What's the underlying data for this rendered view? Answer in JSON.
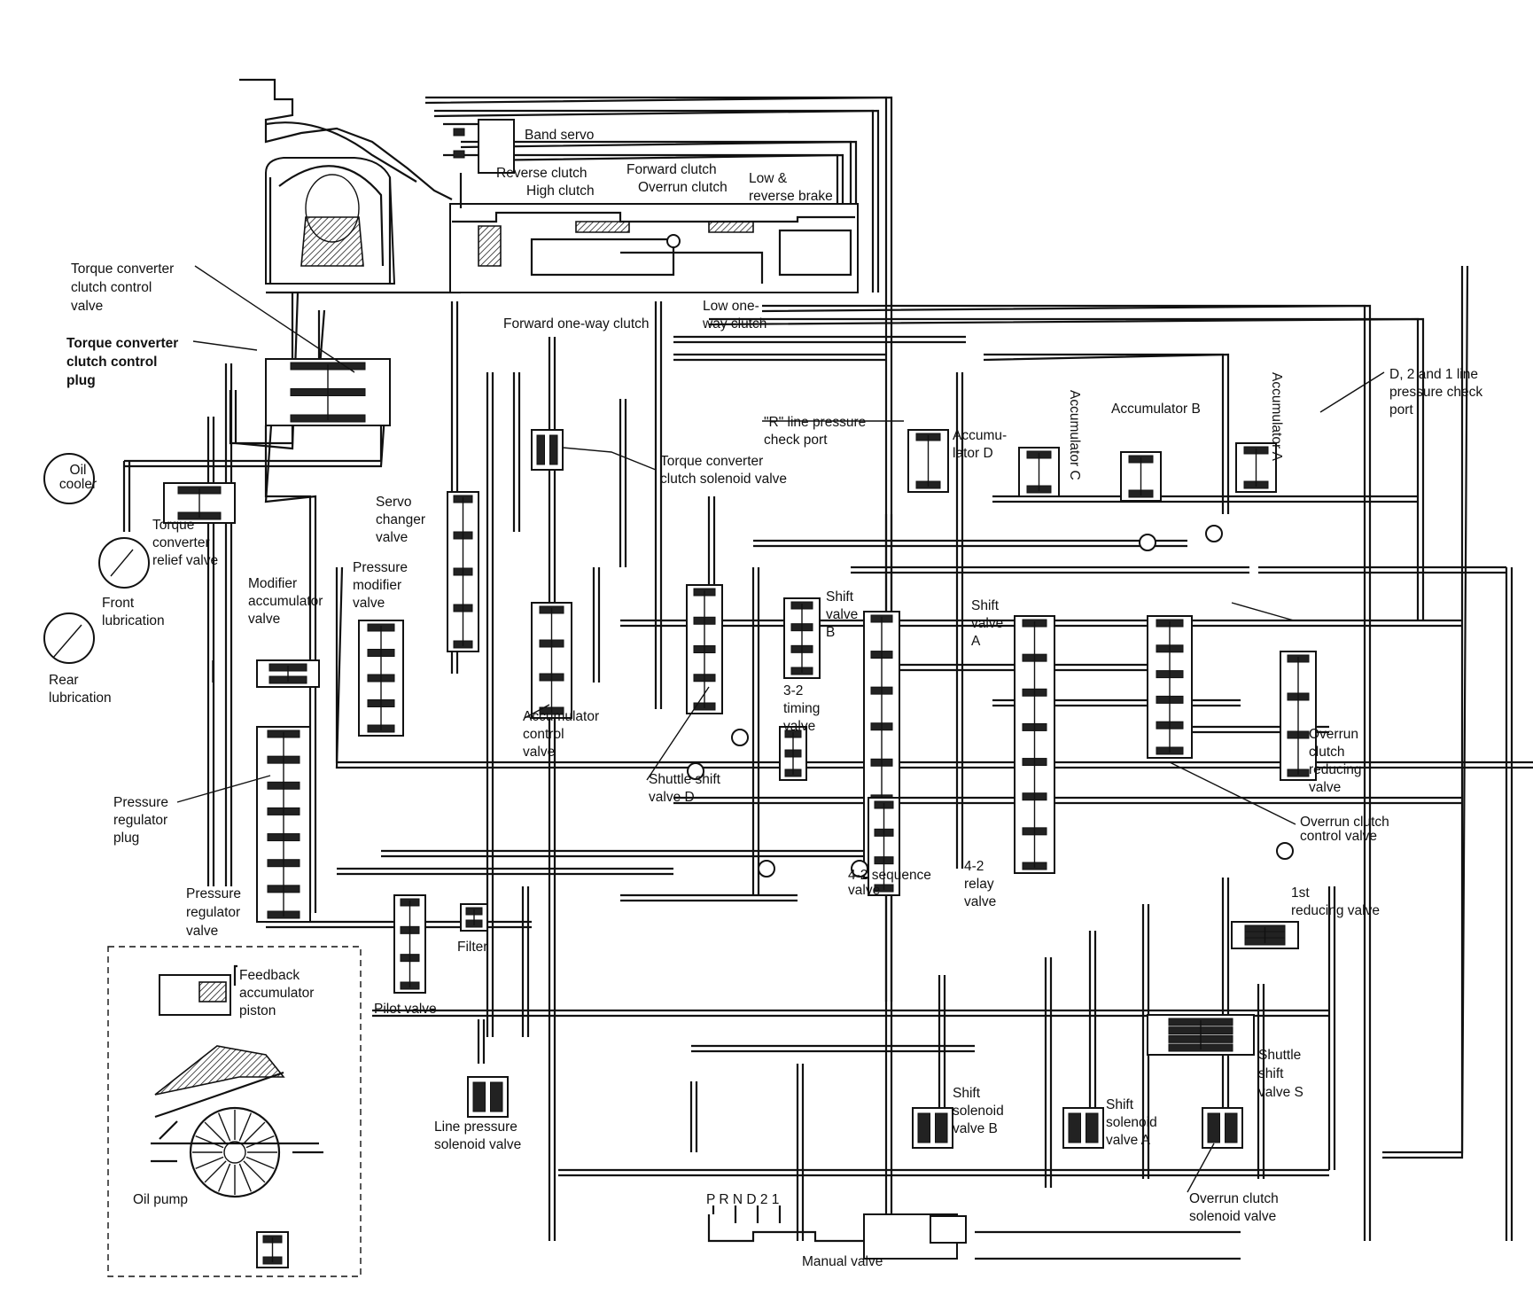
{
  "labels": {
    "band_servo": "Band servo",
    "reverse_clutch": "Reverse clutch",
    "high_clutch": "High clutch",
    "forward_clutch": "Forward clutch",
    "overrun_clutch": "Overrun clutch",
    "low_reverse_brake": [
      "Low &",
      "reverse brake"
    ],
    "forward_one_way_clutch": "Forward one-way clutch",
    "low_one_way_clutch": [
      "Low one-",
      "way clutch"
    ],
    "tcc_control_valve": [
      "Torque converter",
      "clutch control",
      "valve"
    ],
    "tcc_control_plug": [
      "Torque converter",
      "clutch control",
      "plug"
    ],
    "oil_cooler": [
      "Oil",
      "cooler"
    ],
    "tc_relief_valve": [
      "Torque",
      "converter",
      "relief valve"
    ],
    "front_lubrication": [
      "Front",
      "lubrication"
    ],
    "rear_lubrication": [
      "Rear",
      "lubrication"
    ],
    "modifier_accumulator_valve": [
      "Modifier",
      "accumulator",
      "valve"
    ],
    "pressure_modifier_valve": [
      "Pressure",
      "modifier",
      "valve"
    ],
    "servo_changer_valve": [
      "Servo",
      "changer",
      "valve"
    ],
    "r_line_check_port": [
      "\"R\" line pressure",
      "check port"
    ],
    "tcc_solenoid_valve": [
      "Torque converter",
      "clutch solenoid valve"
    ],
    "accumulator_d": [
      "Accumu-",
      "lator D"
    ],
    "accumulator_c": "Accumulator C",
    "accumulator_b": "Accumulator B",
    "accumulator_a": "Accumulator A",
    "d21_check_port": [
      "D, 2 and 1 line",
      "pressure check",
      "port"
    ],
    "shift_valve_b": [
      "Shift",
      "valve",
      "B"
    ],
    "shift_valve_a": [
      "Shift",
      "valve",
      "A"
    ],
    "timing_valve_32": [
      "3-2",
      "timing",
      "valve"
    ],
    "accumulator_control_valve": [
      "Accumulator",
      "control",
      "valve"
    ],
    "shuttle_shift_valve_d": [
      "Shuttle shift",
      "valve D"
    ],
    "overrun_clutch_reducing_valve": [
      "Overrun",
      "clutch",
      "reducing",
      "valve"
    ],
    "overrun_clutch_control_valve": [
      "Overrun clutch",
      "control valve"
    ],
    "pressure_regulator_plug": [
      "Pressure",
      "regulator",
      "plug"
    ],
    "pressure_regulator_valve": [
      "Pressure",
      "regulator",
      "valve"
    ],
    "sequence_valve_42": [
      "4-2 sequence",
      "valve"
    ],
    "relay_valve_42": [
      "4-2",
      "relay",
      "valve"
    ],
    "first_reducing_valve": [
      "1st",
      "reducing valve"
    ],
    "filter": "Filter",
    "pilot_valve": "Pilot valve",
    "feedback_accumulator_piston": [
      "Feedback",
      "accumulator",
      "piston"
    ],
    "line_pressure_solenoid_valve": [
      "Line pressure",
      "solenoid valve"
    ],
    "shift_solenoid_valve_b": [
      "Shift",
      "solenoid",
      "valve B"
    ],
    "shift_solenoid_valve_a": [
      "Shift",
      "solenoid",
      "valve A"
    ],
    "shuttle_shift_valve_s": [
      "Shuttle",
      "shift",
      "valve S"
    ],
    "overrun_clutch_solenoid_valve": [
      "Overrun clutch",
      "solenoid valve"
    ],
    "oil_pump": "Oil pump",
    "prnd21": "P R N D 2 1",
    "manual_valve": "Manual valve"
  }
}
